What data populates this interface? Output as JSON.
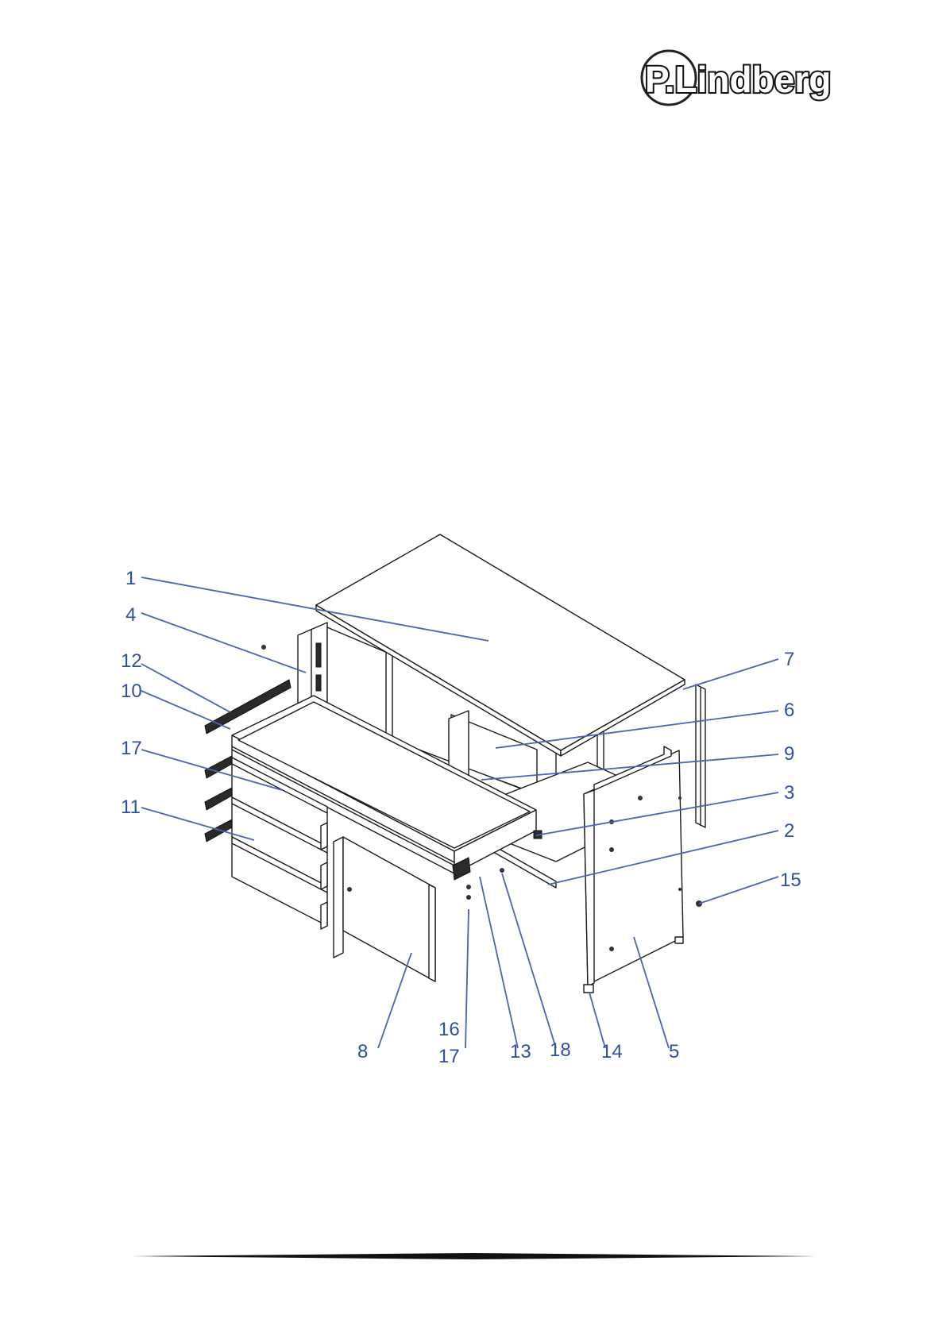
{
  "brand": {
    "name": "P.Lindberg"
  },
  "diagram": {
    "labels": [
      {
        "id": "1",
        "text": "1"
      },
      {
        "id": "4",
        "text": "4"
      },
      {
        "id": "12",
        "text": "12"
      },
      {
        "id": "10",
        "text": "10"
      },
      {
        "id": "17a",
        "text": "17"
      },
      {
        "id": "11",
        "text": "11"
      },
      {
        "id": "7",
        "text": "7"
      },
      {
        "id": "6",
        "text": "6"
      },
      {
        "id": "9",
        "text": "9"
      },
      {
        "id": "3",
        "text": "3"
      },
      {
        "id": "2",
        "text": "2"
      },
      {
        "id": "15",
        "text": "15"
      },
      {
        "id": "8",
        "text": "8"
      },
      {
        "id": "16",
        "text": "16"
      },
      {
        "id": "17b",
        "text": "17"
      },
      {
        "id": "13",
        "text": "13"
      },
      {
        "id": "18",
        "text": "18"
      },
      {
        "id": "14",
        "text": "14"
      },
      {
        "id": "5",
        "text": "5"
      }
    ]
  },
  "colors": {
    "label": "#2f4fa0",
    "leader": "#4a63b5",
    "line": "#1a1a1a"
  }
}
